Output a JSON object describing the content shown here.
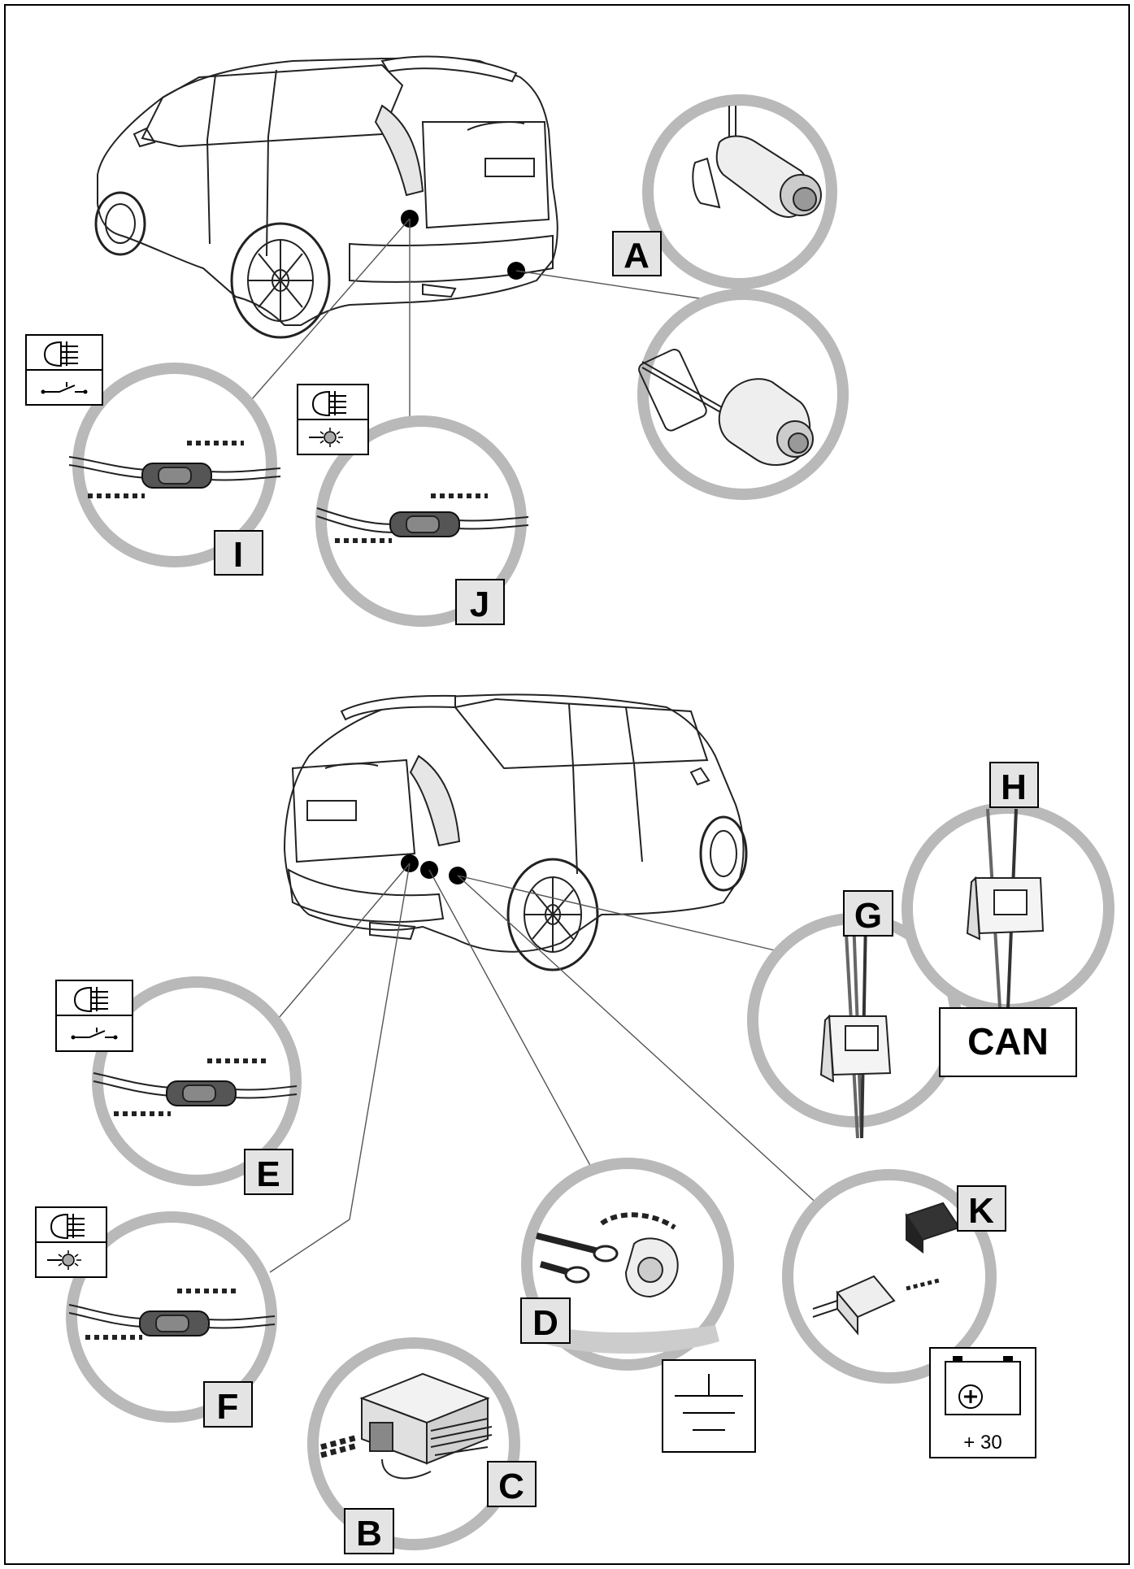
{
  "labels": {
    "A": "A",
    "B": "B",
    "C": "C",
    "D": "D",
    "E": "E",
    "F": "F",
    "G": "G",
    "H": "H",
    "I": "I",
    "J": "J",
    "K": "K"
  },
  "can_label": "CAN",
  "battery_label": "+ 30",
  "colors": {
    "ring": "#b9b9b9",
    "label_box": "#e4e4e4",
    "line": "#000000"
  },
  "icons": {
    "car_rear": "car-rear-view",
    "car_front_rear": "car-rear-three-quarter",
    "socket": "towbar-socket",
    "splice": "wire-splice-connector",
    "brake_light": "brake-light-switch-symbol",
    "lamp": "lamp-symbol",
    "ground": "ground-symbol",
    "battery": "battery-symbol",
    "can_clip": "can-bus-clip",
    "module": "control-module",
    "ring_terminal": "ring-terminal-ground"
  }
}
